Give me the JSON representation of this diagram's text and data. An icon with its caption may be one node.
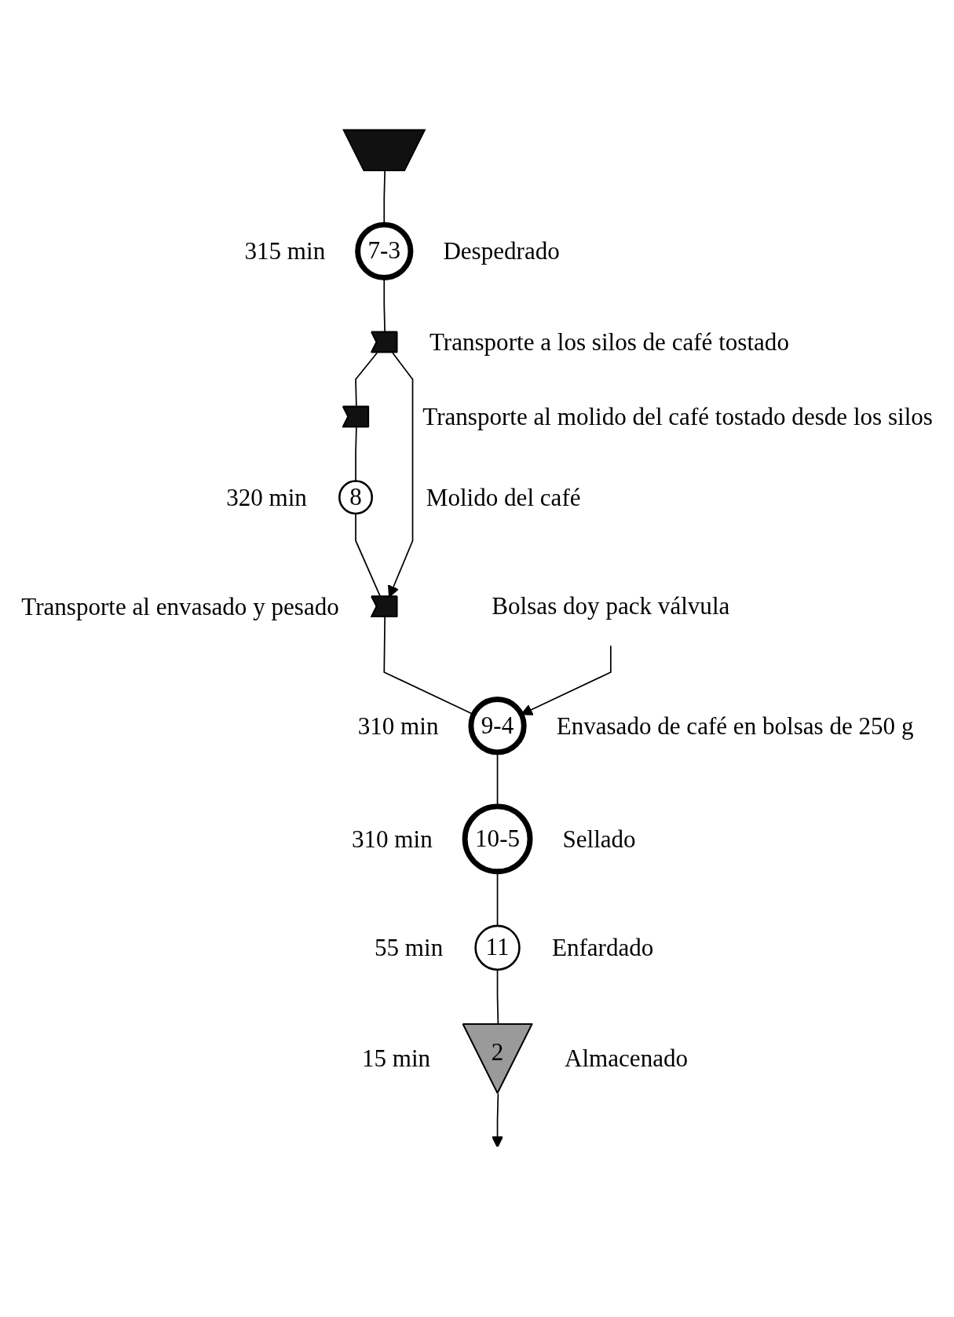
{
  "diagram": {
    "nodes": [
      {
        "text": [],
        "shape": "pentagon"
      },
      {
        "text": [
          "7-3"
        ],
        "beside": [
          "315 min",
          "Despedrado"
        ]
      },
      {
        "text": [],
        "shape": "arrow",
        "beside": [
          "Transporte a los silos de café tostado"
        ]
      },
      {
        "text": [],
        "shape": "arrow",
        "beside": [
          "Transporte al molido del café tostado desde los silos"
        ]
      },
      {
        "text": [
          "8"
        ],
        "beside": [
          "320 min",
          "Molido del café"
        ]
      },
      {
        "text": [],
        "shape": "arrow",
        "beside": [
          "Transporte al envasado y pesado"
        ]
      },
      {
        "text": [
          "Bolsas doy pack válvula"
        ]
      },
      {
        "text": [
          "9-4"
        ],
        "beside": [
          "310 min",
          "Envasado de café en bolsas de 250 g"
        ]
      },
      {
        "text": [
          "10-5"
        ],
        "beside": [
          "310 min",
          "Sellado"
        ]
      },
      {
        "text": [
          "11"
        ],
        "beside": [
          "55 min",
          "Enfardado"
        ]
      },
      {
        "text": [
          "2"
        ],
        "beside": [
          "15 min",
          "Almacenado"
        ]
      }
    ],
    "edges": [
      {
        "from": 0,
        "to": 1,
        "arrow": "none"
      },
      {
        "from": 1,
        "to": 2,
        "arrow": "none"
      },
      {
        "from": 2,
        "to": 3,
        "arrow": "none"
      },
      {
        "from": 3,
        "to": 4,
        "arrow": "none"
      },
      {
        "from": 4,
        "to": 5,
        "arrow": "none"
      },
      {
        "from": 2,
        "to": 5,
        "arrow": "to"
      },
      {
        "from": 5,
        "to": 7,
        "arrow": "none"
      },
      {
        "from": 6,
        "to": 7,
        "arrow": "to"
      },
      {
        "from": 7,
        "to": 8,
        "arrow": "none"
      },
      {
        "from": 8,
        "to": 9,
        "arrow": "none"
      },
      {
        "from": 9,
        "to": 10,
        "arrow": "none"
      },
      {
        "from": 10,
        "to": null,
        "arrow": "to"
      }
    ]
  }
}
